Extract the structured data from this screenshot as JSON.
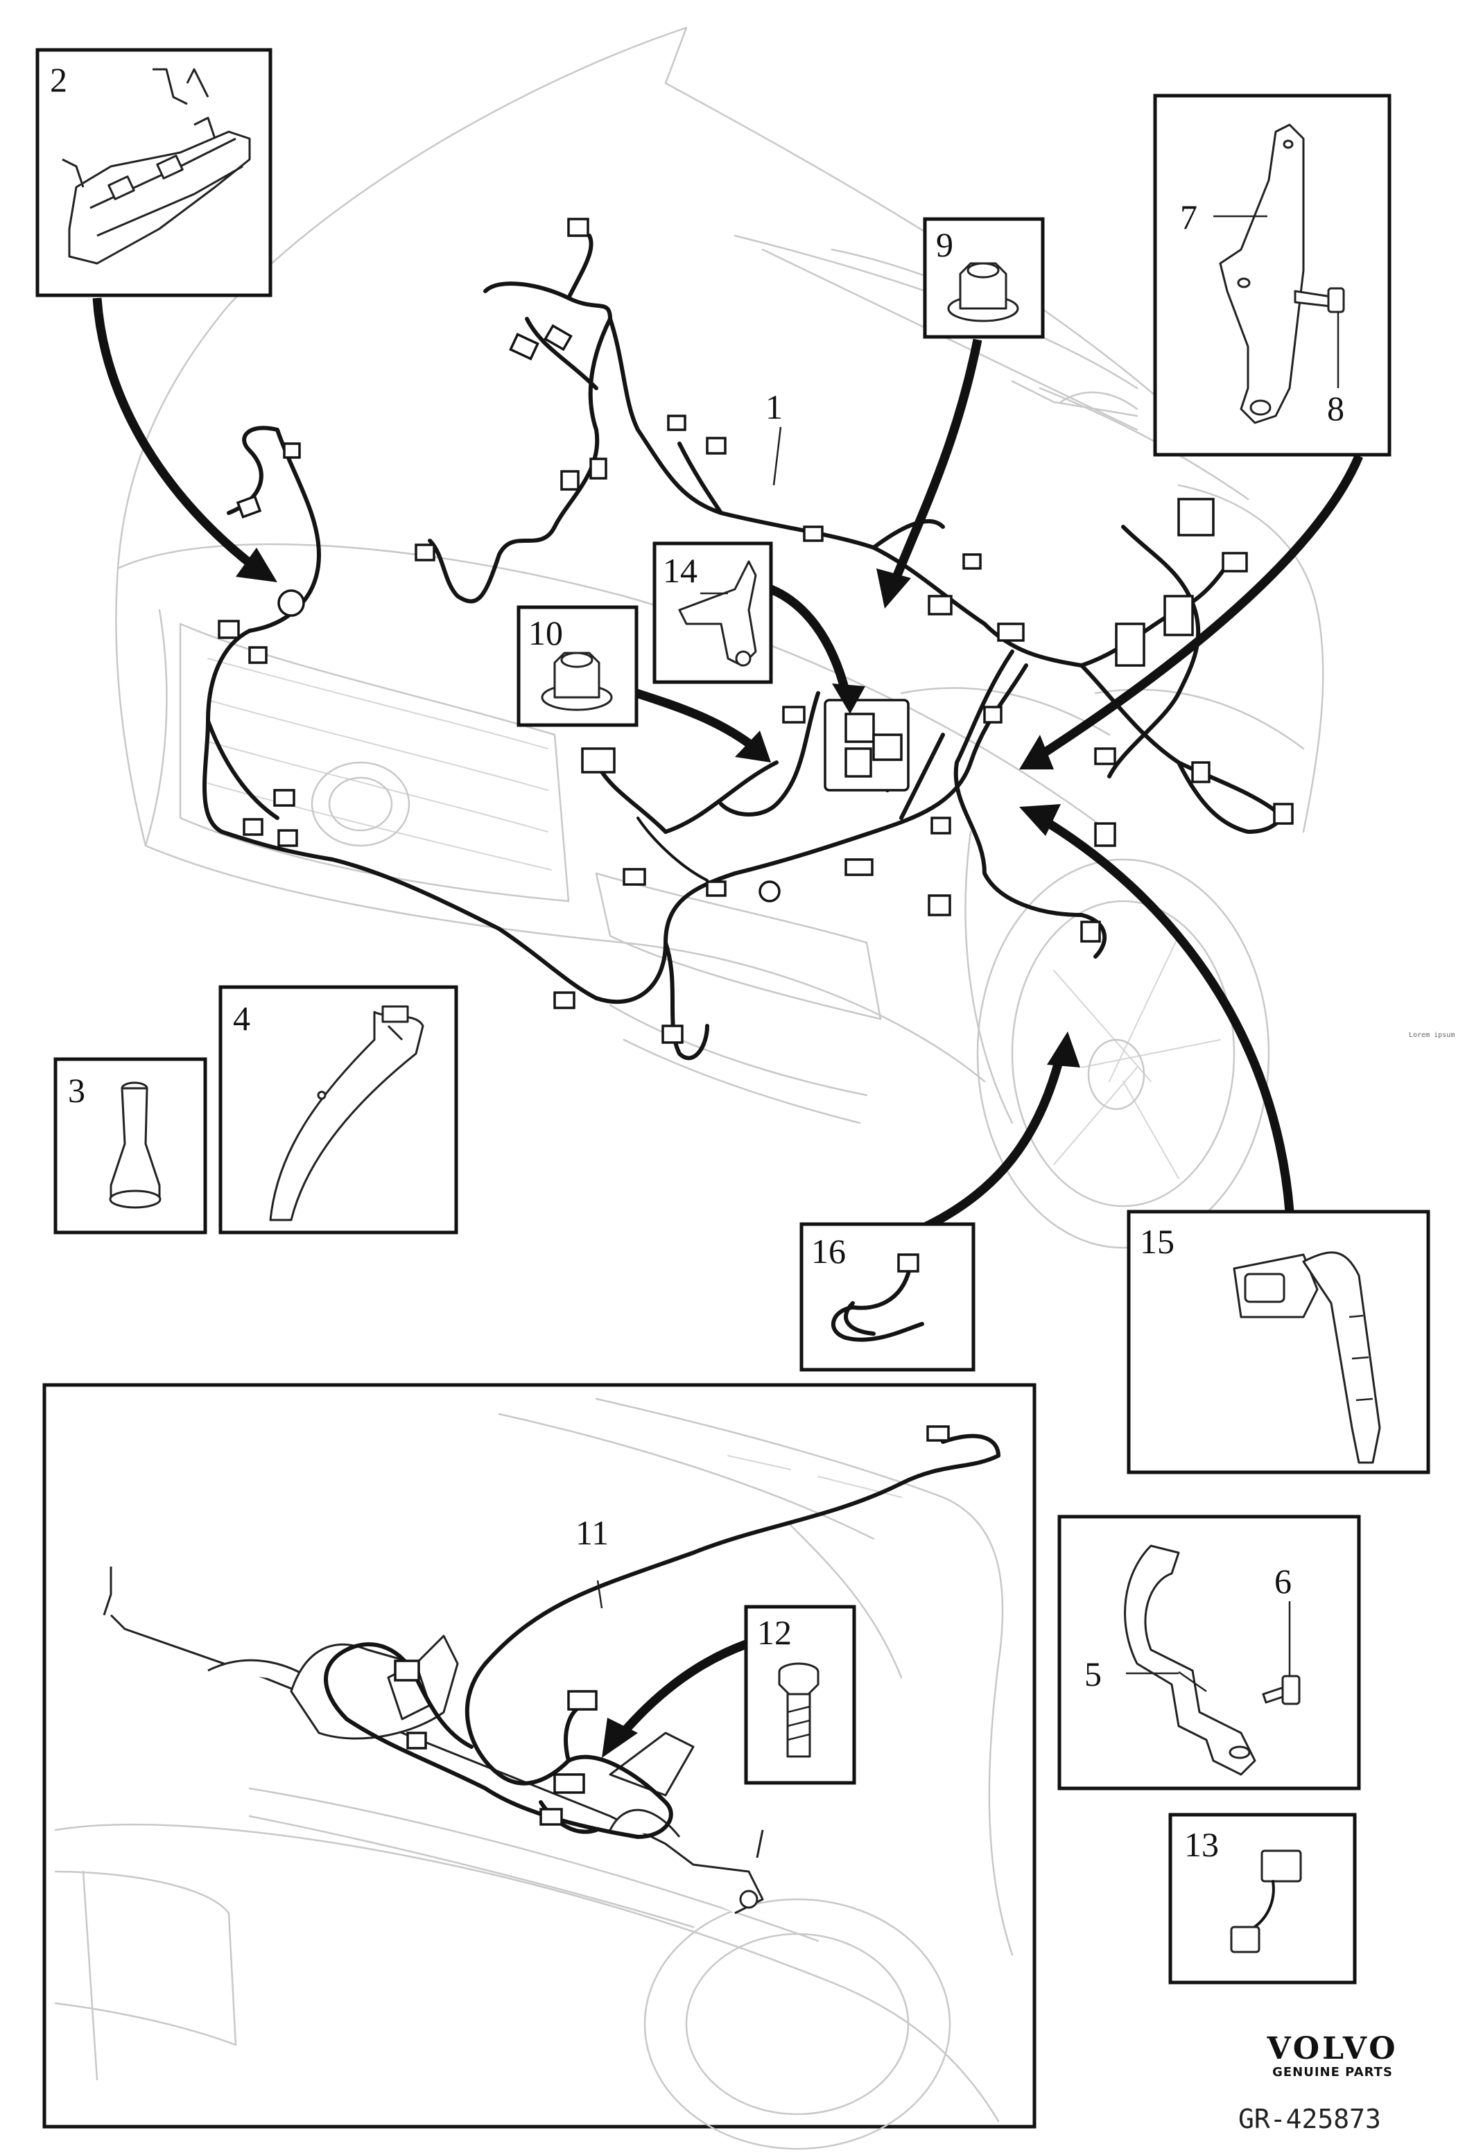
{
  "callouts": {
    "c1": "1",
    "c2": "2",
    "c3": "3",
    "c4": "4",
    "c5": "5",
    "c6": "6",
    "c7": "7",
    "c8": "8",
    "c9": "9",
    "c10": "10",
    "c11": "11",
    "c12": "12",
    "c13": "13",
    "c14": "14",
    "c15": "15",
    "c16": "16"
  },
  "note": "Lorem ipsum",
  "brand": {
    "name": "VOLVO",
    "subtitle": "GENUINE PARTS",
    "logo_type": "wordmark"
  },
  "reference_code": "GR-425873",
  "colors": {
    "linework": "#141414",
    "vehicle_outline": "#c8c8c8",
    "background": "#ffffff"
  }
}
